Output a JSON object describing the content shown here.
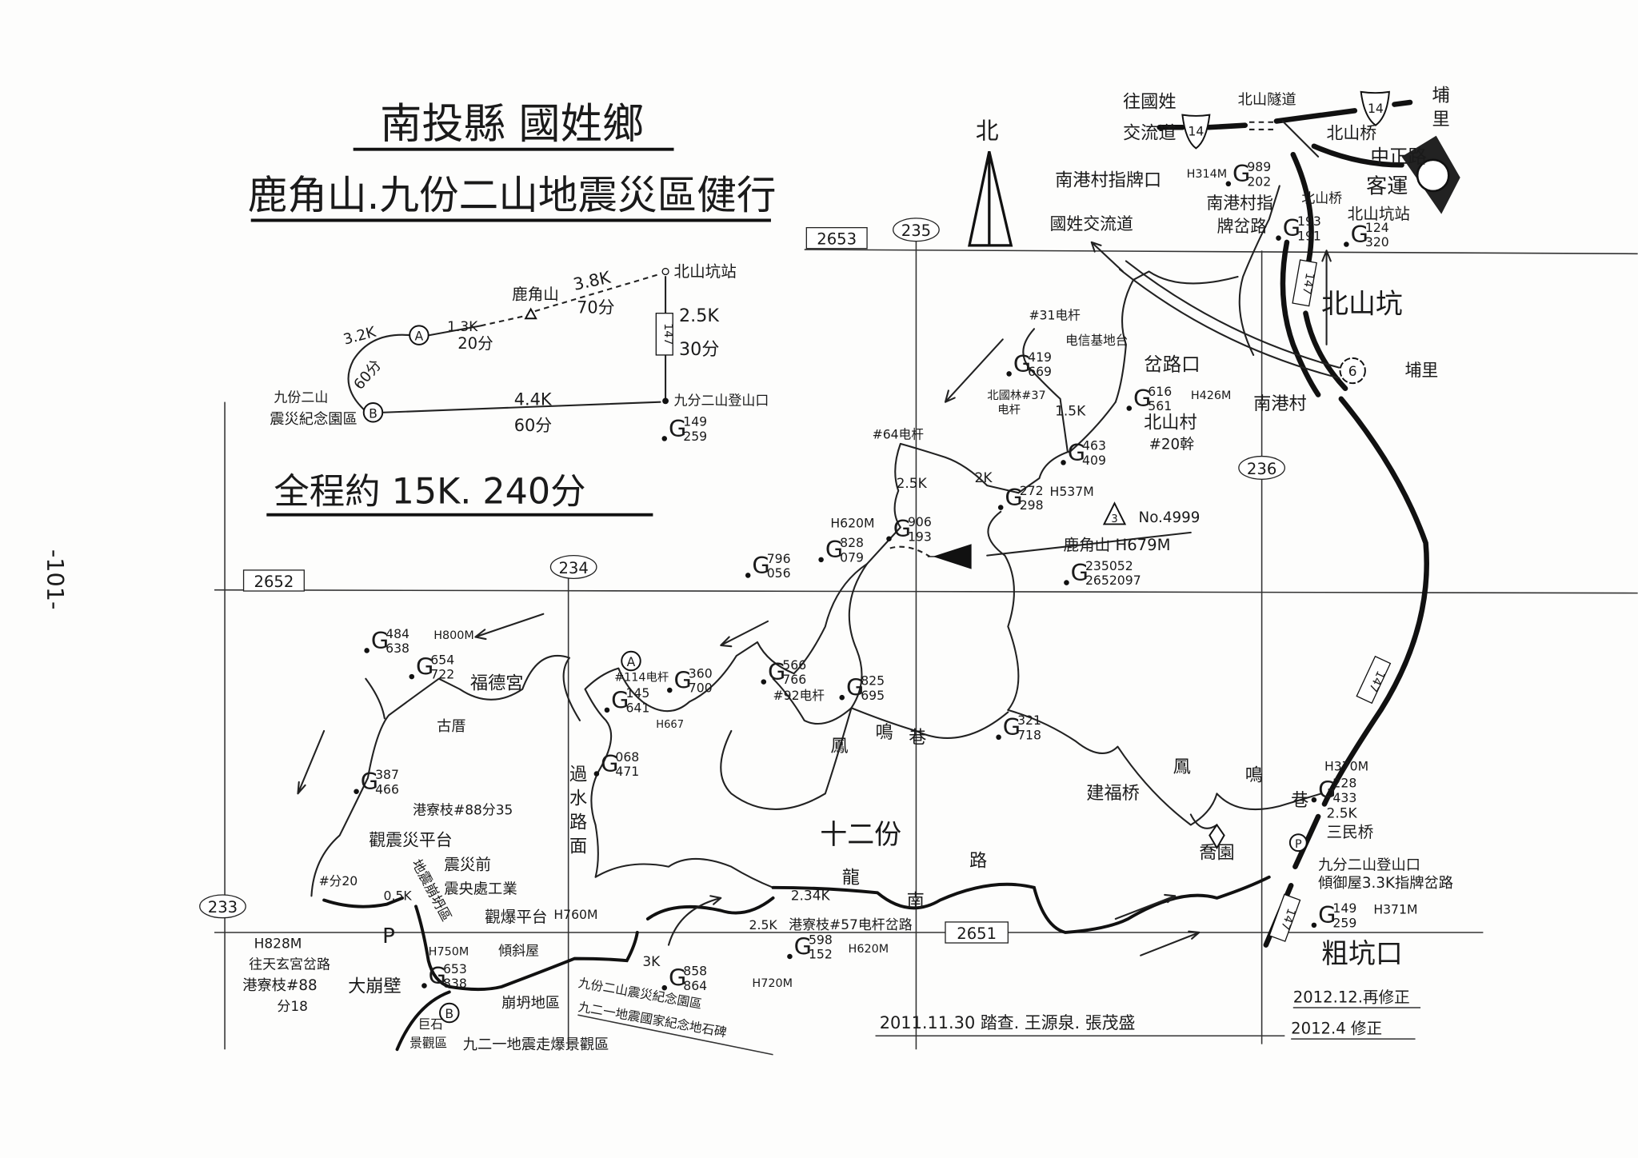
{
  "header": {
    "title": "南投縣 國姓鄉",
    "subtitle": "鹿角山.九份二山地震災區健行",
    "page_number": "-101-",
    "north": "北"
  },
  "summary": {
    "a_label": "A",
    "b_label": "B",
    "peak": "鹿角山",
    "station": "北山坑站",
    "trailhead": "九分二山登山口",
    "memorial_line1": "九份二山",
    "memorial_line2": "震災紀念園區",
    "seg_b_a_dist": "3.2K",
    "seg_b_a_time": "60分",
    "seg_a_peak_dist": "1.3K",
    "seg_a_peak_time": "20分",
    "seg_peak_station_dist": "3.8K",
    "seg_peak_station_time": "70分",
    "seg_station_trailhead_dist": "2.5K",
    "seg_station_trailhead_time": "30分",
    "seg_trailhead_b_dist": "4.4K",
    "seg_trailhead_b_time": "60分",
    "road": "147",
    "total": "全程約 15K. 240分"
  },
  "grid": {
    "n2653": "2653",
    "e235": "235",
    "n2652": "2652",
    "e234": "234",
    "e233": "233",
    "e236": "236",
    "n2651": "2651"
  },
  "markers": {
    "a": "A",
    "b": "B",
    "road14": "14",
    "road6": "6",
    "road147": "147",
    "parking": "P",
    "triangulation": "3"
  },
  "gps_prefix": "G",
  "gps": [
    {
      "top": "989",
      "bottom": "202"
    },
    {
      "top": "193",
      "bottom": "191"
    },
    {
      "top": "124",
      "bottom": "320"
    },
    {
      "top": "419",
      "bottom": "669"
    },
    {
      "top": "616",
      "bottom": "561"
    },
    {
      "top": "463",
      "bottom": "409"
    },
    {
      "top": "272",
      "bottom": "298"
    },
    {
      "top": "906",
      "bottom": "193"
    },
    {
      "top": "828",
      "bottom": "079"
    },
    {
      "top": "796",
      "bottom": "056"
    },
    {
      "top": "235052",
      "bottom": "2652097"
    },
    {
      "top": "145",
      "bottom": "641"
    },
    {
      "top": "360",
      "bottom": "700"
    },
    {
      "top": "566",
      "bottom": "766"
    },
    {
      "top": "825",
      "bottom": "695"
    },
    {
      "top": "321",
      "bottom": "718"
    },
    {
      "top": "484",
      "bottom": "638"
    },
    {
      "top": "654",
      "bottom": "722"
    },
    {
      "top": "387",
      "bottom": "466"
    },
    {
      "top": "068",
      "bottom": "471"
    },
    {
      "top": "228",
      "bottom": "433"
    },
    {
      "top": "149",
      "bottom": "259"
    },
    {
      "top": "653",
      "bottom": "838"
    },
    {
      "top": "858",
      "bottom": "864"
    },
    {
      "top": "598",
      "bottom": "152"
    },
    {
      "top": "149",
      "bottom": "259"
    }
  ],
  "labels": [
    "往國姓",
    "交流道",
    "北山隧道",
    "埔里",
    "北山桥",
    "中正路",
    "南港村指牌口",
    "南港村指",
    "牌岔路",
    "北山桥",
    "客運",
    "北山坑站",
    "國姓交流道",
    "北山坑",
    "埔里",
    "南港村",
    "#31电杆",
    "电信基地台",
    "北國林#37",
    "电杆",
    "1.5K",
    "岔路口",
    "H426M",
    "北山村",
    "#20幹",
    "#64电杆",
    "2.5K",
    "2K",
    "H537M",
    "H620M",
    "No.4999",
    "鹿角山 H679M",
    "#114电杆",
    "H667",
    "#92电杆",
    "鳳",
    "鳴",
    "巷",
    "H800M",
    "福德宮",
    "古厝",
    "港寮枝#88分35",
    "過水路面",
    "十二份",
    "龍",
    "南",
    "路",
    "建福桥",
    "鳳",
    "鳴",
    "巷",
    "喬園",
    "H370M",
    "2.5K",
    "三民桥",
    "九分二山登山口",
    "傾御屋3.3K指牌岔路",
    "H371M",
    "粗坑口",
    "2012.12.再修正",
    "2012.4 修正",
    "2011.11.30 踏查. 王源泉. 張茂盛",
    "觀震災平台",
    "震災前",
    "震央處工業",
    "觀爆平台",
    "H760M",
    "#分20",
    "0.5K",
    "H828M",
    "往天玄宮岔路",
    "港寮枝#88",
    "分18",
    "大崩壁",
    "H750M",
    "巨石",
    "景觀區",
    "崩坍地區",
    "九二一地震走爆景觀區",
    "傾斜屋",
    "3K",
    "H720M",
    "九份二山震災紀念園區",
    "九二一地震國家紀念地石碑",
    "2.5K",
    "2.34K",
    "港寮枝#57电杆岔路",
    "H620M",
    "地震崩坍區",
    "H314M"
  ]
}
